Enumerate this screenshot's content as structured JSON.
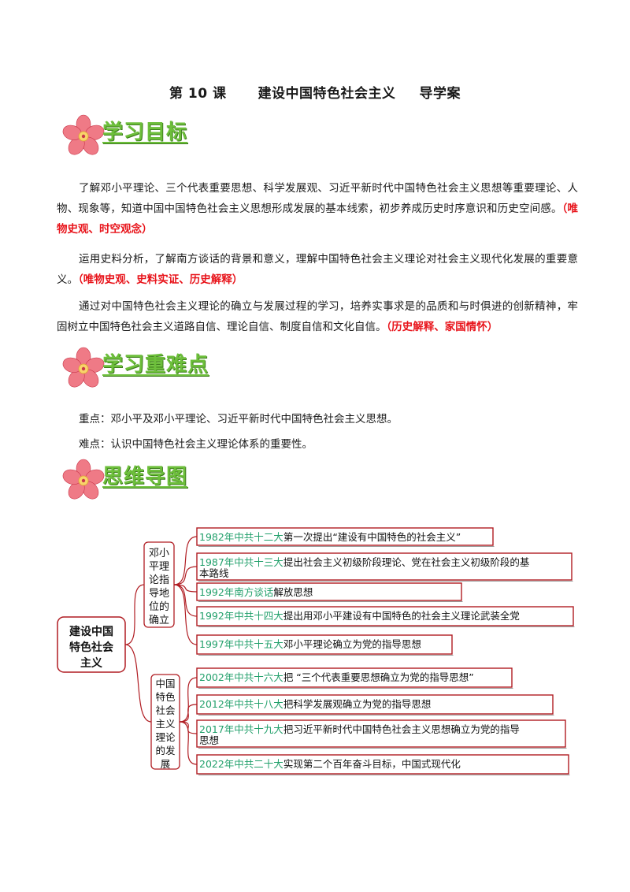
{
  "title": {
    "lesson": "第 10 课",
    "topic": "建设中国特色社会主义",
    "type": "导学案"
  },
  "sections": {
    "goals": {
      "heading": "学习目标",
      "items": [
        {
          "text": "了解邓小平理论、三个代表重要思想、科学发展观、习近平新时代中国特色社会主义思想等重要理论、人物、现象等，知道中国中国特色社会主义思想形成发展的基本线索，初步养成历史时序意识和历史空间感。",
          "tag": "（唯物史观、时空观念）"
        },
        {
          "text": "运用史料分析，了解南方谈话的背景和意义，理解中国特色社会主义理论对社会主义现代化发展的重要意义。",
          "tag": "（唯物史观、史料实证、历史解释）"
        },
        {
          "text": "通过对中国特色社会主义理论的确立与发展过程的学习，培养实事求是的品质和与时俱进的创新精神，牢固树立中国特色社会主义道路自信、理论自信、制度自信和文化自信。",
          "tag": "（历史解释、家国情怀）"
        }
      ]
    },
    "keypoints": {
      "heading": "学习重难点",
      "key": "重点：邓小平及邓小平理论、习近平新时代中国特色社会主义思想。",
      "difficult": "难点：认识中国特色社会主义理论体系的重要性。"
    },
    "mindmap": {
      "heading": "思维导图"
    }
  },
  "mindmap": {
    "root": [
      "建设中国",
      "特色社会",
      "主义"
    ],
    "branch1": [
      "邓小",
      "平理",
      "论指",
      "导地",
      "位的",
      "确立"
    ],
    "branch2": [
      "中国",
      "特色",
      "社会",
      "主义",
      "理论",
      "的发",
      "展"
    ],
    "leaves": [
      {
        "hl": "1982年中共十二大",
        "rest": [
          "第一次提出“建设有中国特色的社会主义”"
        ]
      },
      {
        "hl": "1987年中共十三大",
        "rest": [
          "提出社会主义初级阶段理论、党在社会主义初级阶段的基",
          "本路线"
        ]
      },
      {
        "hl": "1992年南方谈话",
        "rest": [
          "解放思想"
        ]
      },
      {
        "hl": "1992年中共十四大",
        "rest": [
          "提出用邓小平建设有中国特色的社会主义理论武装全党"
        ]
      },
      {
        "hl": "1997年中共十五大",
        "rest": [
          "邓小平理论确立为党的指导思想"
        ]
      },
      {
        "hl": "2002年中共十六大",
        "rest": [
          "把 “三个代表重要思想确立为党的指导思想”"
        ]
      },
      {
        "hl": "2012年中共十八大",
        "rest": [
          "把科学发展观确立为党的指导思想"
        ]
      },
      {
        "hl": "2017年中共十九大",
        "rest": [
          "把习近平新时代中国特色社会主义思想确立为党的指导",
          "思想"
        ]
      },
      {
        "hl": "2022年中共二十大",
        "rest": [
          "实现第二个百年奋斗目标，中国式现代化"
        ]
      }
    ]
  },
  "colors": {
    "heading": "#6dbf3b",
    "tag": "#e8141b",
    "mapBorder": "#b01c22",
    "mapHighlight": "#22a06b"
  }
}
